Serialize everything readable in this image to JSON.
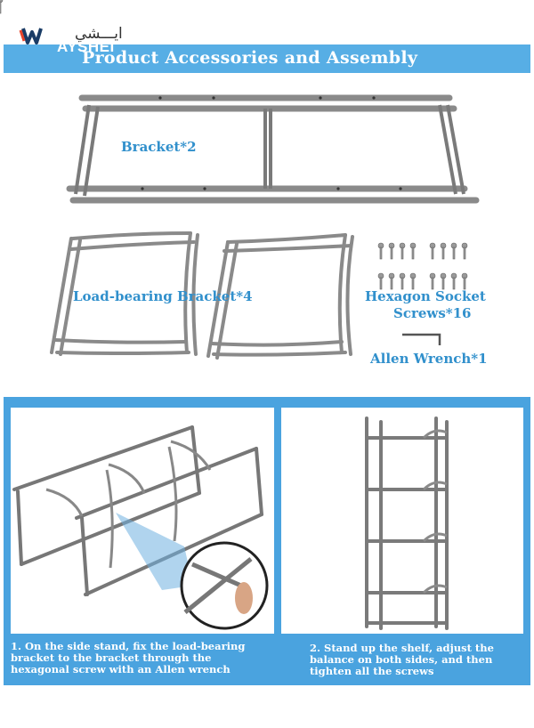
{
  "brand": {
    "arabic": "ايـــشي",
    "latin": "AYSHEI"
  },
  "banner": {
    "title": "Product Accessories and Assembly"
  },
  "parts": {
    "bracket": "Bracket*2",
    "load_bearing": "Load-bearing Bracket*4",
    "screws_line1": "Hexagon Socket",
    "screws_line2": "Screws*16",
    "wrench": "Allen Wrench*1"
  },
  "steps": {
    "step1": [
      "1. On the side stand, fix the load-bearing",
      "bracket to the bracket through the",
      "hexagonal screw with an Allen wrench"
    ],
    "step2": [
      "2. Stand up the shelf, adjust the",
      "balance on both sides, and then",
      "tighten all the screws"
    ]
  },
  "colors": {
    "accent": "#57aee5",
    "step_bg": "#4aa3df",
    "label": "#3190cc",
    "metal": "#8a8a8a"
  },
  "icons": [
    "brand-logo-icon",
    "screw-icon",
    "allen-wrench-icon",
    "hand-icon"
  ]
}
